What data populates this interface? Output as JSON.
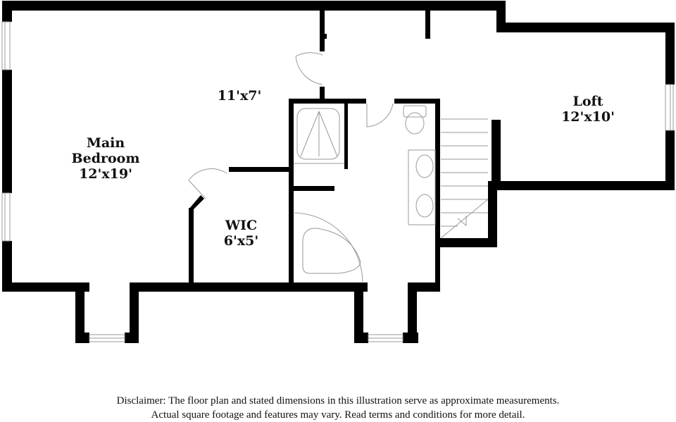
{
  "floor_plan": {
    "rooms": [
      {
        "name": "Main Bedroom",
        "line1": "Main",
        "line2": "Bedroom",
        "dimensions": "12'x19'"
      },
      {
        "name": "",
        "dimensions": "11'x7'"
      },
      {
        "name": "Loft",
        "line1": "Loft",
        "dimensions": "12'x10'"
      },
      {
        "name": "WIC",
        "line1": "WIC",
        "dimensions": "6'x5'"
      }
    ],
    "fixtures": [
      "shower",
      "toilet",
      "double-vanity-sinks",
      "corner-tub",
      "stairs",
      "windows",
      "doors"
    ],
    "colors": {
      "wall": "#000000",
      "fixture_line": "#999999",
      "background": "#ffffff"
    }
  },
  "disclaimer": {
    "line1": "Disclaimer: The floor plan and stated dimensions in this illustration serve as approximate measurements.",
    "line2": "Actual square footage and features may vary. Read terms and conditions for more detail."
  }
}
